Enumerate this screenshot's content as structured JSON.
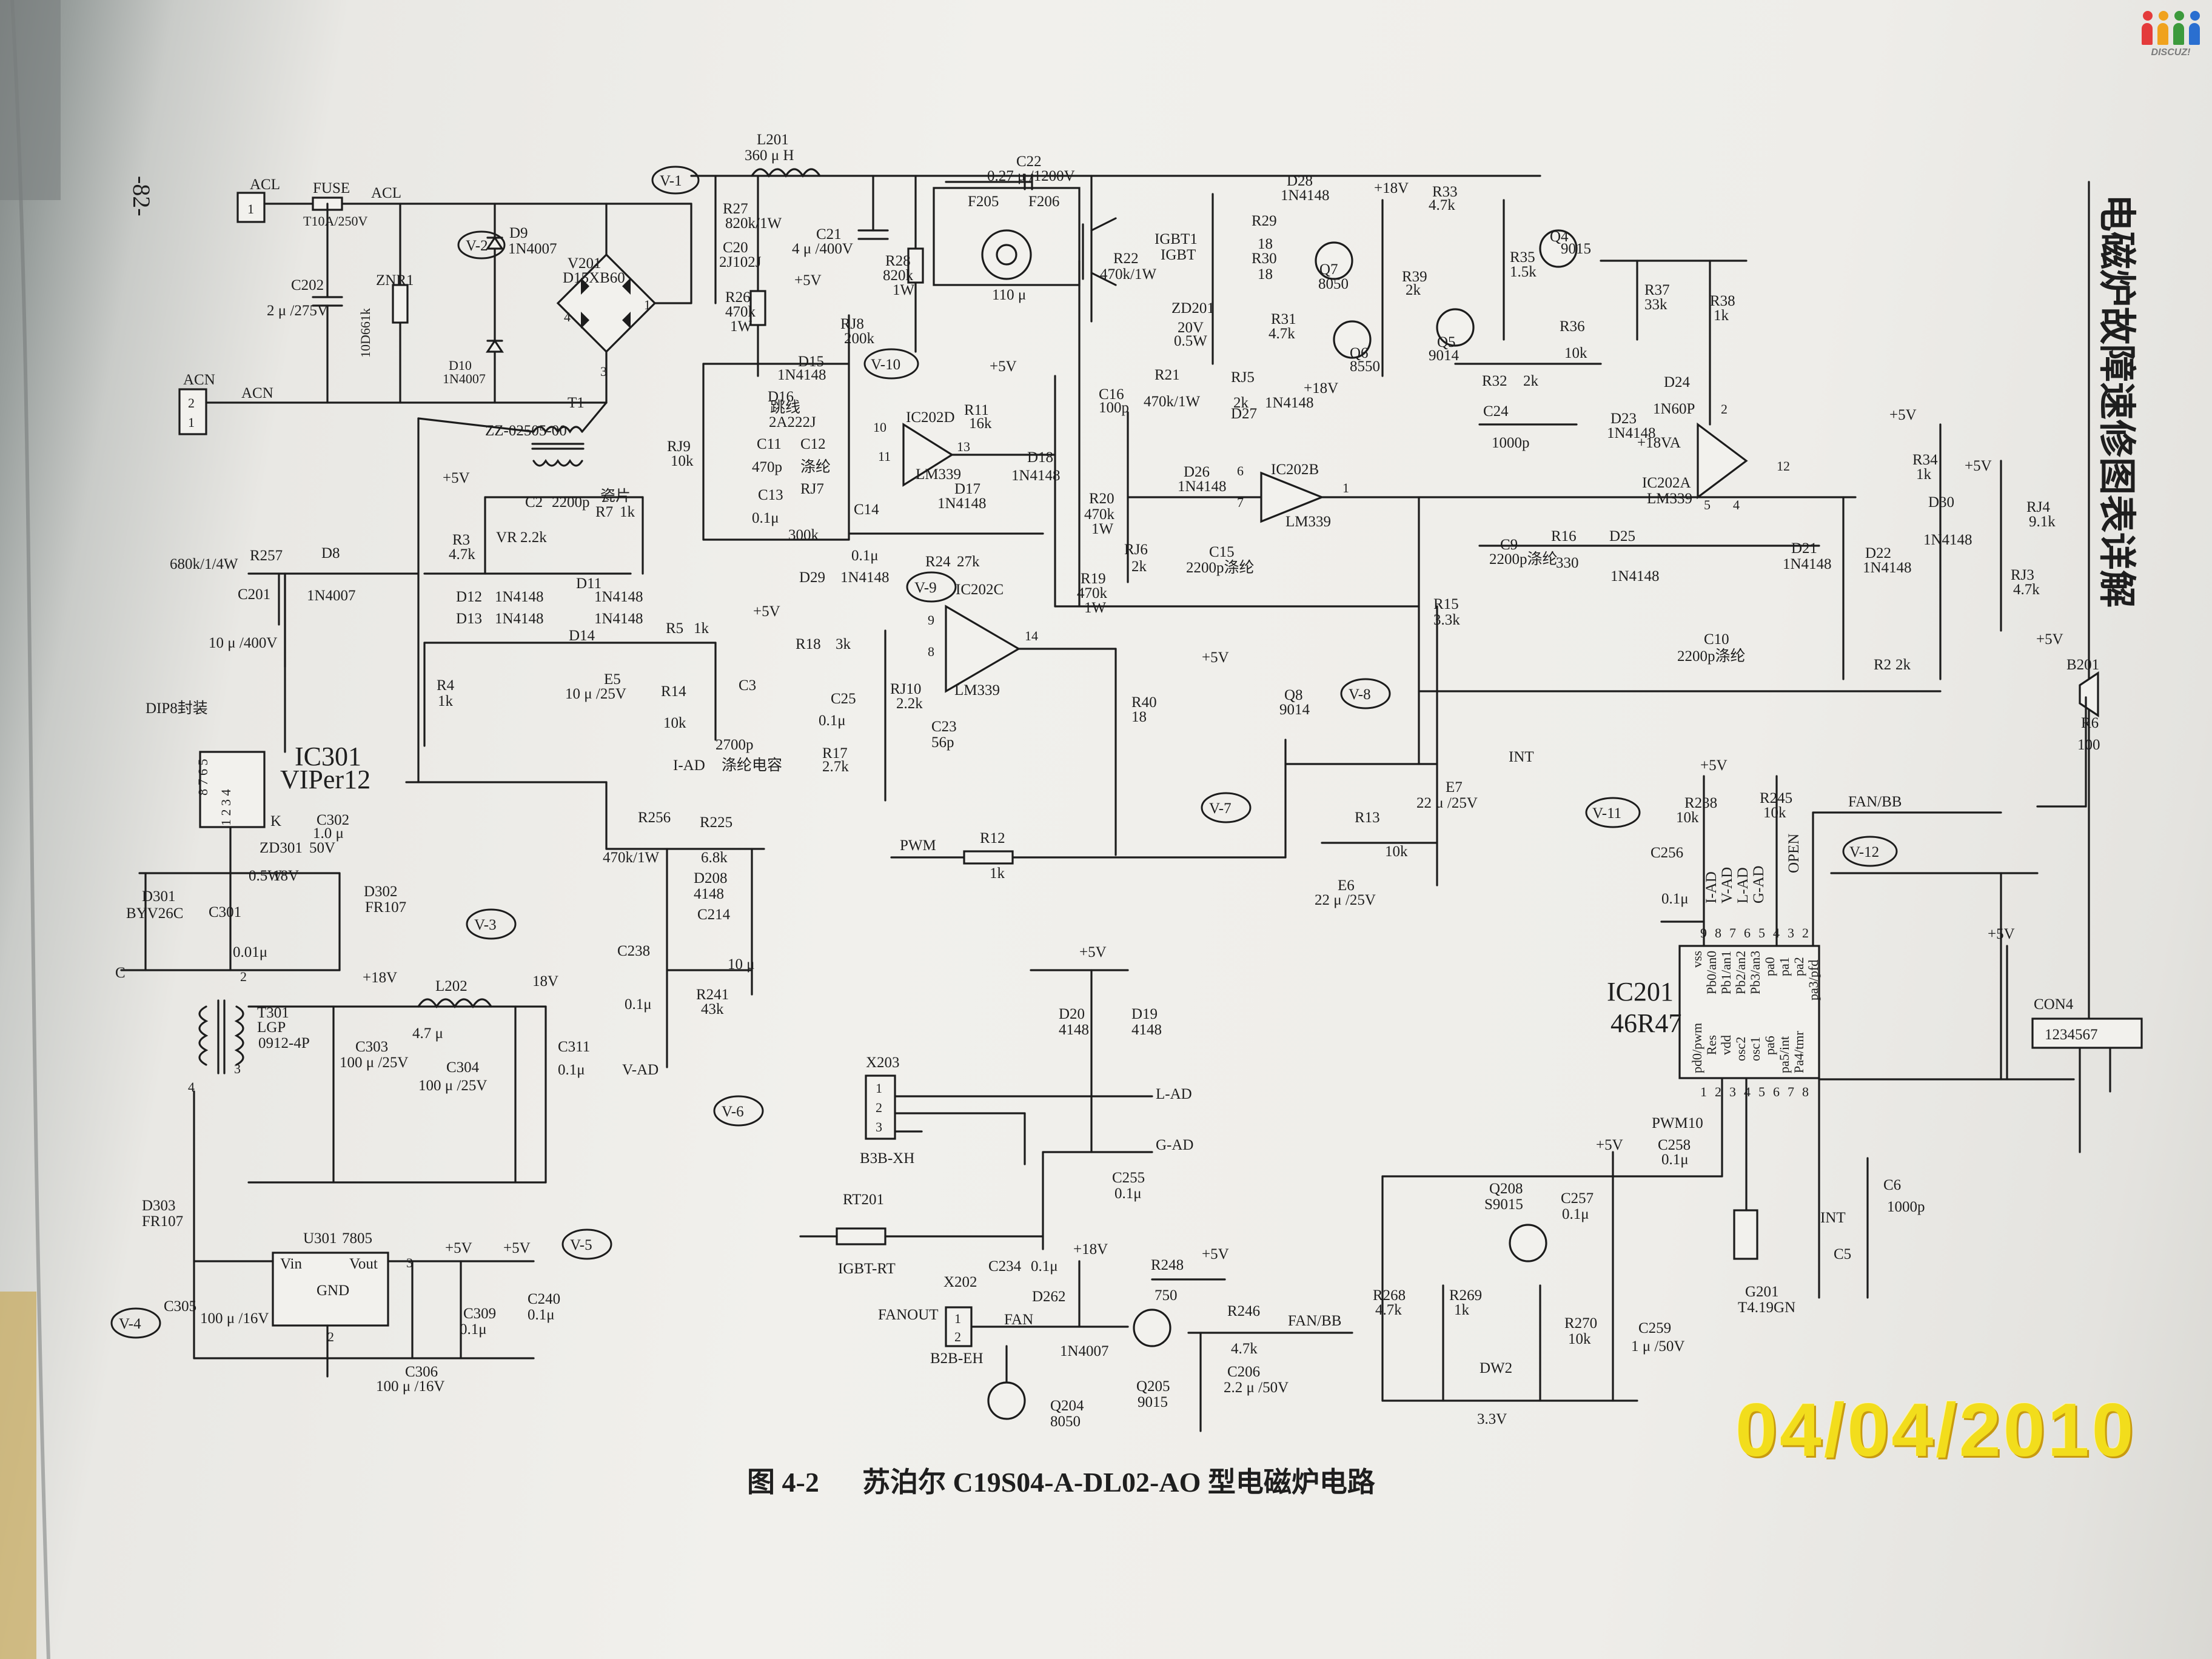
{
  "page": {
    "page_number": "-82-",
    "side_header": "电磁炉故障速修图表详解",
    "caption_figure": "图 4-2",
    "caption_text": "苏泊尔 C19S04-A-DL02-AO 型电磁炉电路",
    "date_stamp": "04/04/2010",
    "watermark": "DISCUZ!"
  },
  "probes": [
    "V-1",
    "V-2",
    "V-3",
    "V-4",
    "V-5",
    "V-6",
    "V-7",
    "V-8",
    "V-9",
    "V-10",
    "V-11",
    "V-12"
  ],
  "ics": {
    "ic301": {
      "name": "IC301",
      "part": "VIPer12",
      "package": "DIP8封装"
    },
    "ic201": {
      "name": "IC201",
      "part": "46R47"
    },
    "ic202a": {
      "name": "IC202A",
      "part": "LM339"
    },
    "ic202b": {
      "name": "IC202B",
      "part": "LM339"
    },
    "ic202c": {
      "name": "IC202C",
      "part": "LM339"
    },
    "ic202d": {
      "name": "IC202D",
      "part": "LM339"
    },
    "u301": {
      "name": "U301",
      "part": "7805",
      "vin": "Vin",
      "vout": "Vout",
      "gnd": "GND"
    }
  },
  "ic201_pins": [
    "vss",
    "Pb0/an0",
    "Pb1/an1",
    "Pb2/an2",
    "Pb3/an3",
    "pa0",
    "pa1",
    "pa2",
    "pa3/pfd",
    "pd0/pwm",
    "Res",
    "vdd",
    "osc2",
    "osc1",
    "pa6",
    "pa5/int",
    "Pa4/tmr"
  ],
  "connectors": {
    "acl": {
      "ref": "ACL",
      "pin": "1"
    },
    "acn": {
      "ref": "ACN",
      "pins": [
        "2",
        "1"
      ]
    },
    "x203": {
      "ref": "X203",
      "type": "B3B-XH",
      "pins": [
        "1",
        "2",
        "3"
      ]
    },
    "x202": {
      "ref": "X202",
      "type": "B2B-EH",
      "pins": [
        "1",
        "2"
      ],
      "label": "FANOUT"
    },
    "con4": {
      "ref": "CON4",
      "pins": "1234567"
    }
  },
  "power_section": {
    "fuse": "FUSE",
    "fuse_note": "T10A/250V",
    "acl_net": "ACL",
    "acn_net": "ACN",
    "c202": "C202",
    "c202_val": "2 μ /275V",
    "znr1": "ZNR1",
    "znr1_val": "10D661k",
    "d9": "D9",
    "d9_val": "1N4007",
    "d10": "D10",
    "d10_val": "1N4007",
    "v201": "V201",
    "v201_val": "D15XB60",
    "t1": "T1",
    "t1_val": "ZZ-02505-00",
    "l201": "L201",
    "l201_val": "360 μ H",
    "c20": "C20",
    "c20_val": "2J102J",
    "r27": "R27",
    "r27_val": "820k/1W",
    "r26": "R26",
    "r26_val": "470k",
    "r26_pw": "1W",
    "c21": "C21",
    "c21_val": "4 μ /400V",
    "r28": "R28",
    "r28_val": "820k",
    "r28_pw": "1W",
    "c22": "C22",
    "c22_val": "0.27 μ /1200V",
    "f205": "F205",
    "f206": "F206",
    "coil": "110 μ",
    "igbt": "IGBT1",
    "igbt_type": "IGBT",
    "zd201": "ZD201",
    "zd201_val": "20V",
    "zd201_pw": "0.5W",
    "r22": "R22",
    "r22_val": "470k/1W",
    "d28": "D28",
    "d28_val": "1N4148",
    "r29": "R29",
    "r29_val": "18",
    "r30": "R30",
    "r30_val": "18",
    "r31": "R31",
    "r31_val": "4.7k",
    "q7": "Q7",
    "q7_val": "8050",
    "q6": "Q6",
    "q6_val": "8550",
    "r39": "R39",
    "r39_val": "2k",
    "r33": "R33",
    "r33_val": "4.7k",
    "q5": "Q5",
    "q5_val": "9014",
    "r35": "R35",
    "r35_val": "1.5k",
    "q4": "Q4",
    "q4_val": "9015",
    "r37": "R37",
    "r37_val": "33k",
    "r38": "R38",
    "r38_val": "1k",
    "r36": "R36",
    "r36_val": "10k",
    "r32": "R32",
    "r32_val": "2k",
    "c24": "C24",
    "c24_val": "1000p",
    "d24": "D24",
    "d24_val": "1N60P",
    "d23": "D23",
    "d23_val": "1N4148",
    "v18": "+18V",
    "v18va": "+18VA"
  },
  "sense_section": {
    "rj8": "RJ8",
    "rj8_val": "200k",
    "d15": "D15",
    "d15_val": "1N4148",
    "d16": "D16",
    "d16_note": "跳线",
    "d16_val": "2A222J",
    "rj9": "RJ9",
    "rj9_val": "10k",
    "c11": "C11",
    "c11_val": "470p",
    "c12": "C12",
    "c12_note": "涤纶",
    "c13": "C13",
    "c13_val": "0.1μ",
    "rj7": "RJ7",
    "rj7_val": "300k",
    "r11": "R11",
    "r11_val": "16k",
    "d17": "D17",
    "d17_val": "1N4148",
    "d18": "D18",
    "d18_val": "1N4148",
    "c14": "C14",
    "c14_val": "0.1μ",
    "r24": "R24",
    "r24_val": "27k",
    "c16": "C16",
    "c16_val": "100p",
    "r21": "R21",
    "r21_val": "470k/1W",
    "rj5": "RJ5",
    "rj5_val": "2k",
    "d27": "D27",
    "d27_val": "1N4148",
    "d26": "D26",
    "d26_val": "1N4148",
    "r20": "R20",
    "r20_val": "470k",
    "r20_pw": "1W",
    "rj6": "RJ6",
    "rj6_val": "2k",
    "c15": "C15",
    "c15_val": "2200p涤纶",
    "r19": "R19",
    "r19_val": "470k",
    "r19_pw": "1W",
    "d29": "D29",
    "d29_val": "1N4148",
    "r18": "R18",
    "r18_val": "3k",
    "rj10": "RJ10",
    "rj10_val": "2.2k",
    "c25": "C25",
    "c25_val": "0.1μ",
    "r17": "R17",
    "r17_val": "2.7k",
    "c23": "C23",
    "c23_val": "56p",
    "r40": "R40",
    "r40_val": "18",
    "r15": "R15",
    "r15_val": "3.3k",
    "r16": "R16",
    "r16_val": "330",
    "d25": "D25",
    "d25_val": "1N4148",
    "c9": "C9",
    "c9_val": "2200p涤纶",
    "c10": "C10",
    "c10_val": "2200p涤纶",
    "d21": "D21",
    "d21_val": "1N4148",
    "d22": "D22",
    "d22_val": "1N4148",
    "d30": "D30",
    "d30_val": "1N4148",
    "r34": "R34",
    "r34_val": "1k",
    "rj4": "RJ4",
    "rj4_val": "9.1k",
    "rj3": "RJ3",
    "rj3_val": "4.7k",
    "r2": "R2",
    "r2_val": "2k",
    "b201": "B201",
    "r6": "R6",
    "r6_val": "100",
    "v5": "+5V"
  },
  "aux_section": {
    "d8": "D8",
    "d8_val": "1N4007",
    "r257": "R257",
    "r257_val": "680k/1/4W",
    "c201": "C201",
    "c201_val": "10 μ /400V",
    "r3": "R3",
    "r3_val": "4.7k",
    "c2": "C2",
    "c2_val": "2200p",
    "c2_note": "瓷片",
    "vr": "VR",
    "vr_val": "2.2k",
    "r7": "R7",
    "r7_val": "1k",
    "d12": "D12",
    "d12_val": "1N4148",
    "d11": "D11",
    "d11_val": "1N4148",
    "d13": "D13",
    "d13_val": "1N4148",
    "d14": "D14",
    "d14_val": "1N4148",
    "r5": "R5",
    "r5_val": "1k",
    "e5": "E5",
    "e5_val": "10 μ /25V",
    "r14": "R14",
    "r14_val": "10k",
    "c3": "C3",
    "c3_val": "2700p",
    "iad": "I-AD",
    "iad_note": "涤纶电容",
    "r4": "R4",
    "r4_val": "1k",
    "r256": "R256",
    "r256_val": "470k/1W",
    "r225": "R225",
    "r225_val": "6.8k",
    "d208": "D208",
    "d208_val": "4148",
    "c214": "C214",
    "c214_val": "10 μ",
    "c238": "C238",
    "c238_val": "0.1μ",
    "r241": "R241",
    "r241_val": "43k",
    "vad": "V-AD",
    "pwm": "PWM",
    "r12": "R12",
    "r12_val": "1k",
    "q8": "Q8",
    "q8_val": "9014",
    "r13": "R13",
    "r13_val": "10k",
    "e6": "E6",
    "e6_val": "22 μ /25V",
    "e7": "E7",
    "e7_val": "22 μ /25V",
    "int": "INT"
  },
  "supply_section": {
    "c302": "C302",
    "c302_val": "1.0 μ",
    "c302_v": "50V",
    "zd301": "ZD301",
    "zd301_val": "18V",
    "zd301_pw": "0.5W",
    "c301": "C301",
    "c301_val": "0.01μ",
    "d301": "D301",
    "d301_val": "BYV26C",
    "d302": "D302",
    "d302_val": "FR107",
    "t301": "T301",
    "t301_val": "LGP",
    "t301_code": "0912-4P",
    "l202": "L202",
    "l202_val": "4.7 μ",
    "c303": "C303",
    "c303_val": "100 μ /25V",
    "c304": "C304",
    "c304_val": "100 μ /25V",
    "c311": "C311",
    "c311_val": "0.1μ",
    "v18": "+18V",
    "v18b": "18V",
    "d303": "D303",
    "d303_val": "FR107",
    "c305": "C305",
    "c305_val": "100 μ /16V",
    "c306": "C306",
    "c306_val": "100 μ /16V",
    "c309": "C309",
    "c309_val": "0.1μ",
    "c240": "C240",
    "c240_val": "0.1μ",
    "v5": "+5V"
  },
  "control_section": {
    "d20": "D20",
    "d20_val": "4148",
    "d19": "D19",
    "d19_val": "4148",
    "lad": "L-AD",
    "gad": "G-AD",
    "c255": "C255",
    "c255_val": "0.1μ",
    "rt201": "RT201",
    "rt_label": "IGBT-RT",
    "c234": "C234",
    "c234_val": "0.1μ",
    "d262": "D262",
    "d262_val": "1N4007",
    "fan": "FAN",
    "q204": "Q204",
    "q204_val": "8050",
    "r248": "R248",
    "r248_val": "750",
    "q205": "Q205",
    "q205_val": "9015",
    "r246": "R246",
    "r246_val": "4.7k",
    "c206": "C206",
    "c206_val": "2.2 μ /50V",
    "fanbb": "FAN/BB",
    "r238": "R238",
    "r238_val": "10k",
    "r245": "R245",
    "r245_val": "10k",
    "c256": "C256",
    "c256_val": "0.1μ",
    "pin_tags": [
      "I-AD",
      "V-AD",
      "L-AD",
      "G-AD",
      "OPEN"
    ],
    "pwm10": "PWM10",
    "c257": "C257",
    "c257_val": "0.1μ",
    "c258": "C258",
    "c258_val": "0.1μ",
    "q208": "Q208",
    "q208_val": "S9015",
    "r268": "R268",
    "r268_val": "4.7k",
    "r269": "R269",
    "r269_val": "1k",
    "r270": "R270",
    "r270_val": "10k",
    "c259": "C259",
    "c259_val": "1 μ /50V",
    "dw2": "DW2",
    "dw2_val": "3.3V",
    "g201": "G201",
    "g201_val": "T4.19GN",
    "c5": "C5",
    "c6": "C6",
    "c6_val": "1000p",
    "int": "INT"
  }
}
